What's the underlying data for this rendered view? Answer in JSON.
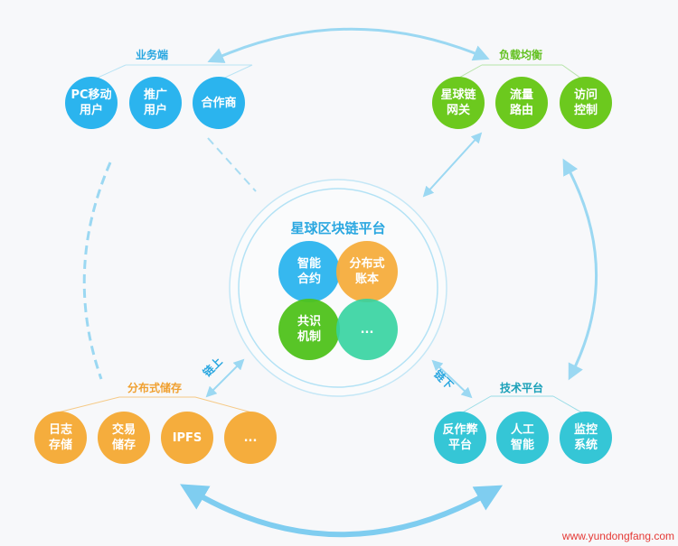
{
  "colors": {
    "blue": "#2bb4ee",
    "green": "#6cc91e",
    "orange": "#f5ad3d",
    "teal": "#35c6d6",
    "core_green": "#4fc21b",
    "core_teal": "#34d3a0",
    "arrow": "#9bd8f2",
    "red": "#e53935"
  },
  "center": {
    "title": "星球区块链平台",
    "cells": [
      {
        "label": "智能\n合约"
      },
      {
        "label": "分布式\n账本"
      },
      {
        "label": "共识\n机制"
      },
      {
        "label": "..."
      }
    ]
  },
  "groups": {
    "business": {
      "title": "业务端",
      "nodes": [
        {
          "label": "PC移动\n用户"
        },
        {
          "label": "推广\n用户"
        },
        {
          "label": "合作商"
        }
      ]
    },
    "load": {
      "title": "负载均衡",
      "nodes": [
        {
          "label": "星球链\n网关"
        },
        {
          "label": "流量\n路由"
        },
        {
          "label": "访问\n控制"
        }
      ]
    },
    "storage": {
      "title": "分布式储存",
      "nodes": [
        {
          "label": "日志\n存储"
        },
        {
          "label": "交易\n储存"
        },
        {
          "label": "IPFS"
        },
        {
          "label": "..."
        }
      ]
    },
    "tech": {
      "title": "技术平台",
      "nodes": [
        {
          "label": "反作弊\n平台"
        },
        {
          "label": "人工\n智能"
        },
        {
          "label": "监控\n系统"
        }
      ]
    }
  },
  "arrows": {
    "on_chain": "链上",
    "off_chain": "链下"
  },
  "watermark": "www.yundongfang.com"
}
